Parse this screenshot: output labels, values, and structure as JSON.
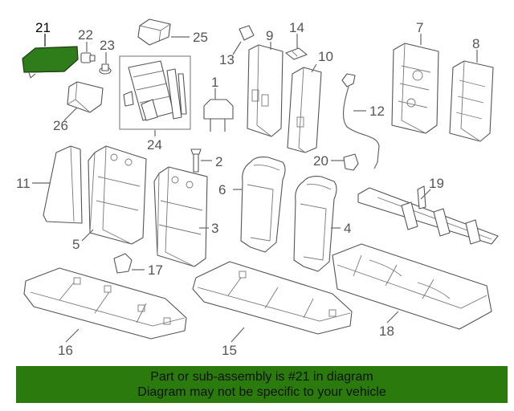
{
  "diagram": {
    "highlight_part": "21",
    "highlight_color": "#2e7d1a",
    "banner_color": "#2a7a0e",
    "callouts": {
      "c1": "1",
      "c2": "2",
      "c3": "3",
      "c4": "4",
      "c5": "5",
      "c6": "6",
      "c7": "7",
      "c8": "8",
      "c9": "9",
      "c10": "10",
      "c11": "11",
      "c12": "12",
      "c13": "13",
      "c14": "14",
      "c15": "15",
      "c16": "16",
      "c17": "17",
      "c18": "18",
      "c19": "19",
      "c20": "20",
      "c21": "21",
      "c22": "22",
      "c23": "23",
      "c24": "24",
      "c25": "25",
      "c26": "26"
    }
  },
  "banner": {
    "line1": "Part or sub-assembly is #21 in diagram",
    "line2": "Diagram may not be specific to your vehicle"
  }
}
